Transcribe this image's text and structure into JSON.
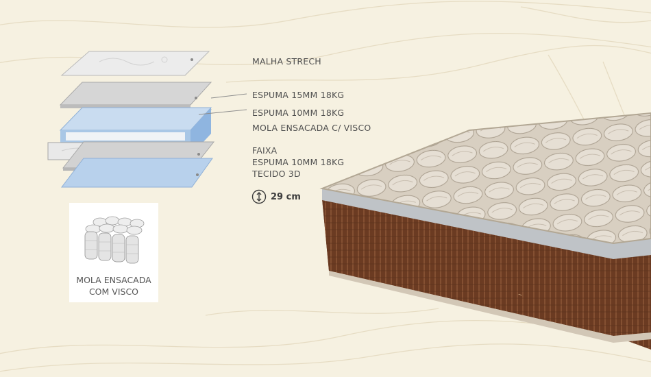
{
  "layers": {
    "labels": [
      "MALHA STRECH",
      "ESPUMA 15MM 18KG",
      "ESPUMA 10MM 18KG",
      "MOLA ENSACADA C/ VISCO",
      "FAIXA",
      "ESPUMA 10MM 18KG",
      "TECIDO 3D"
    ]
  },
  "height": {
    "value": "29 cm",
    "icon": "vertical-arrows-icon"
  },
  "spring_card": {
    "caption_line1": "MOLA ENSACADA",
    "caption_line2": "COM VISCO"
  },
  "colors": {
    "background": "#f6f1e1",
    "foam_blue": "#a9c7e6",
    "mattress_brown": "#6b3b22",
    "quilt_beige": "#d9d0c2"
  }
}
